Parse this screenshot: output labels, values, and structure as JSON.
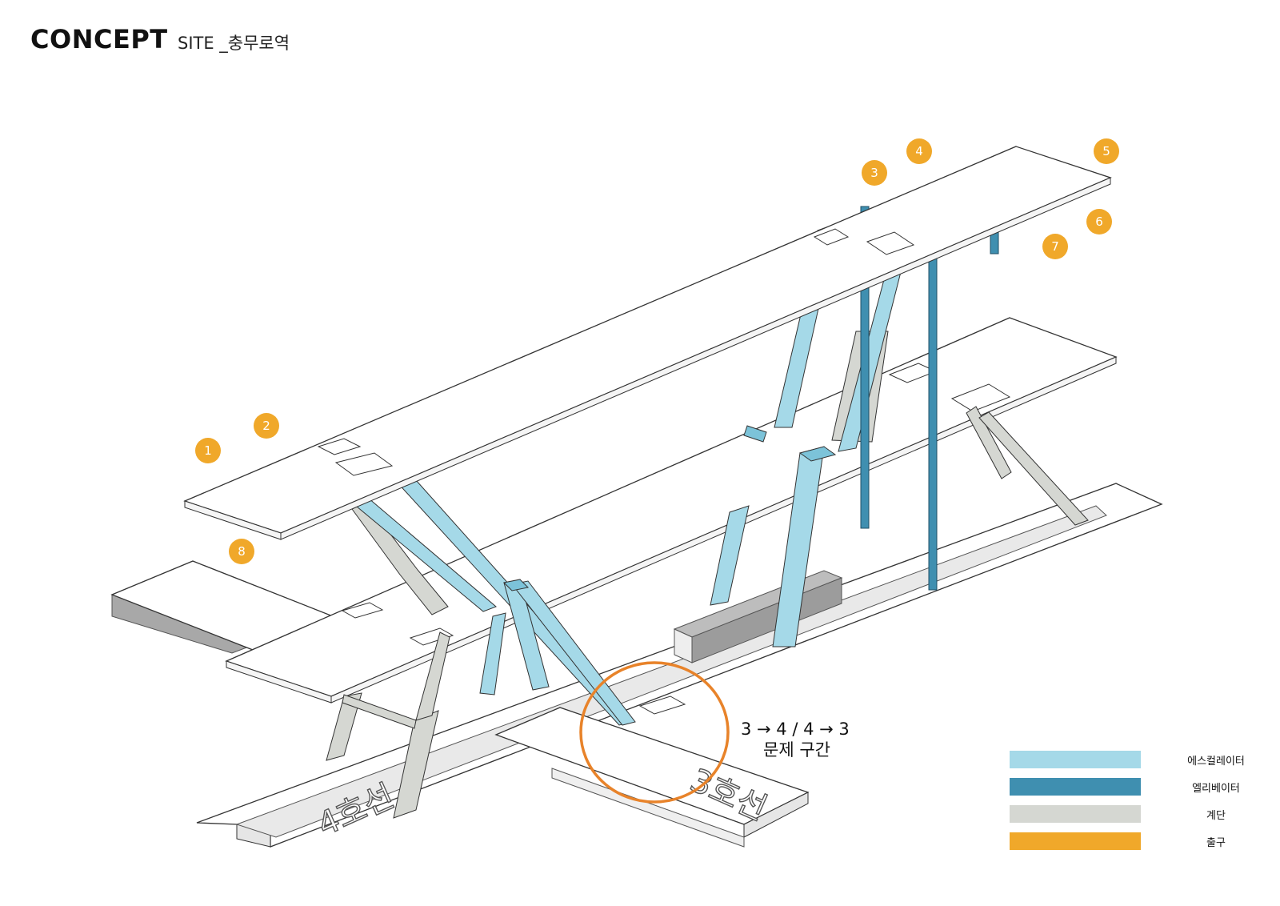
{
  "header": {
    "title": "CONCEPT",
    "subtitle": "SITE _충무로역"
  },
  "exits": [
    "1",
    "2",
    "3",
    "4",
    "5",
    "6",
    "7",
    "8"
  ],
  "problem": {
    "line1": "3 → 4  / 4 → 3",
    "line2": "문제 구간",
    "color": "#e8832a"
  },
  "platforms": {
    "line4": "4호선",
    "line3": "3호선"
  },
  "legend": [
    {
      "label": "에스컬레이터",
      "color": "#a5d9e8"
    },
    {
      "label": "엘리베이터",
      "color": "#3f8fb0"
    },
    {
      "label": "계단",
      "color": "#d5d7d2"
    },
    {
      "label": "출구",
      "color": "#f0a82a"
    }
  ]
}
